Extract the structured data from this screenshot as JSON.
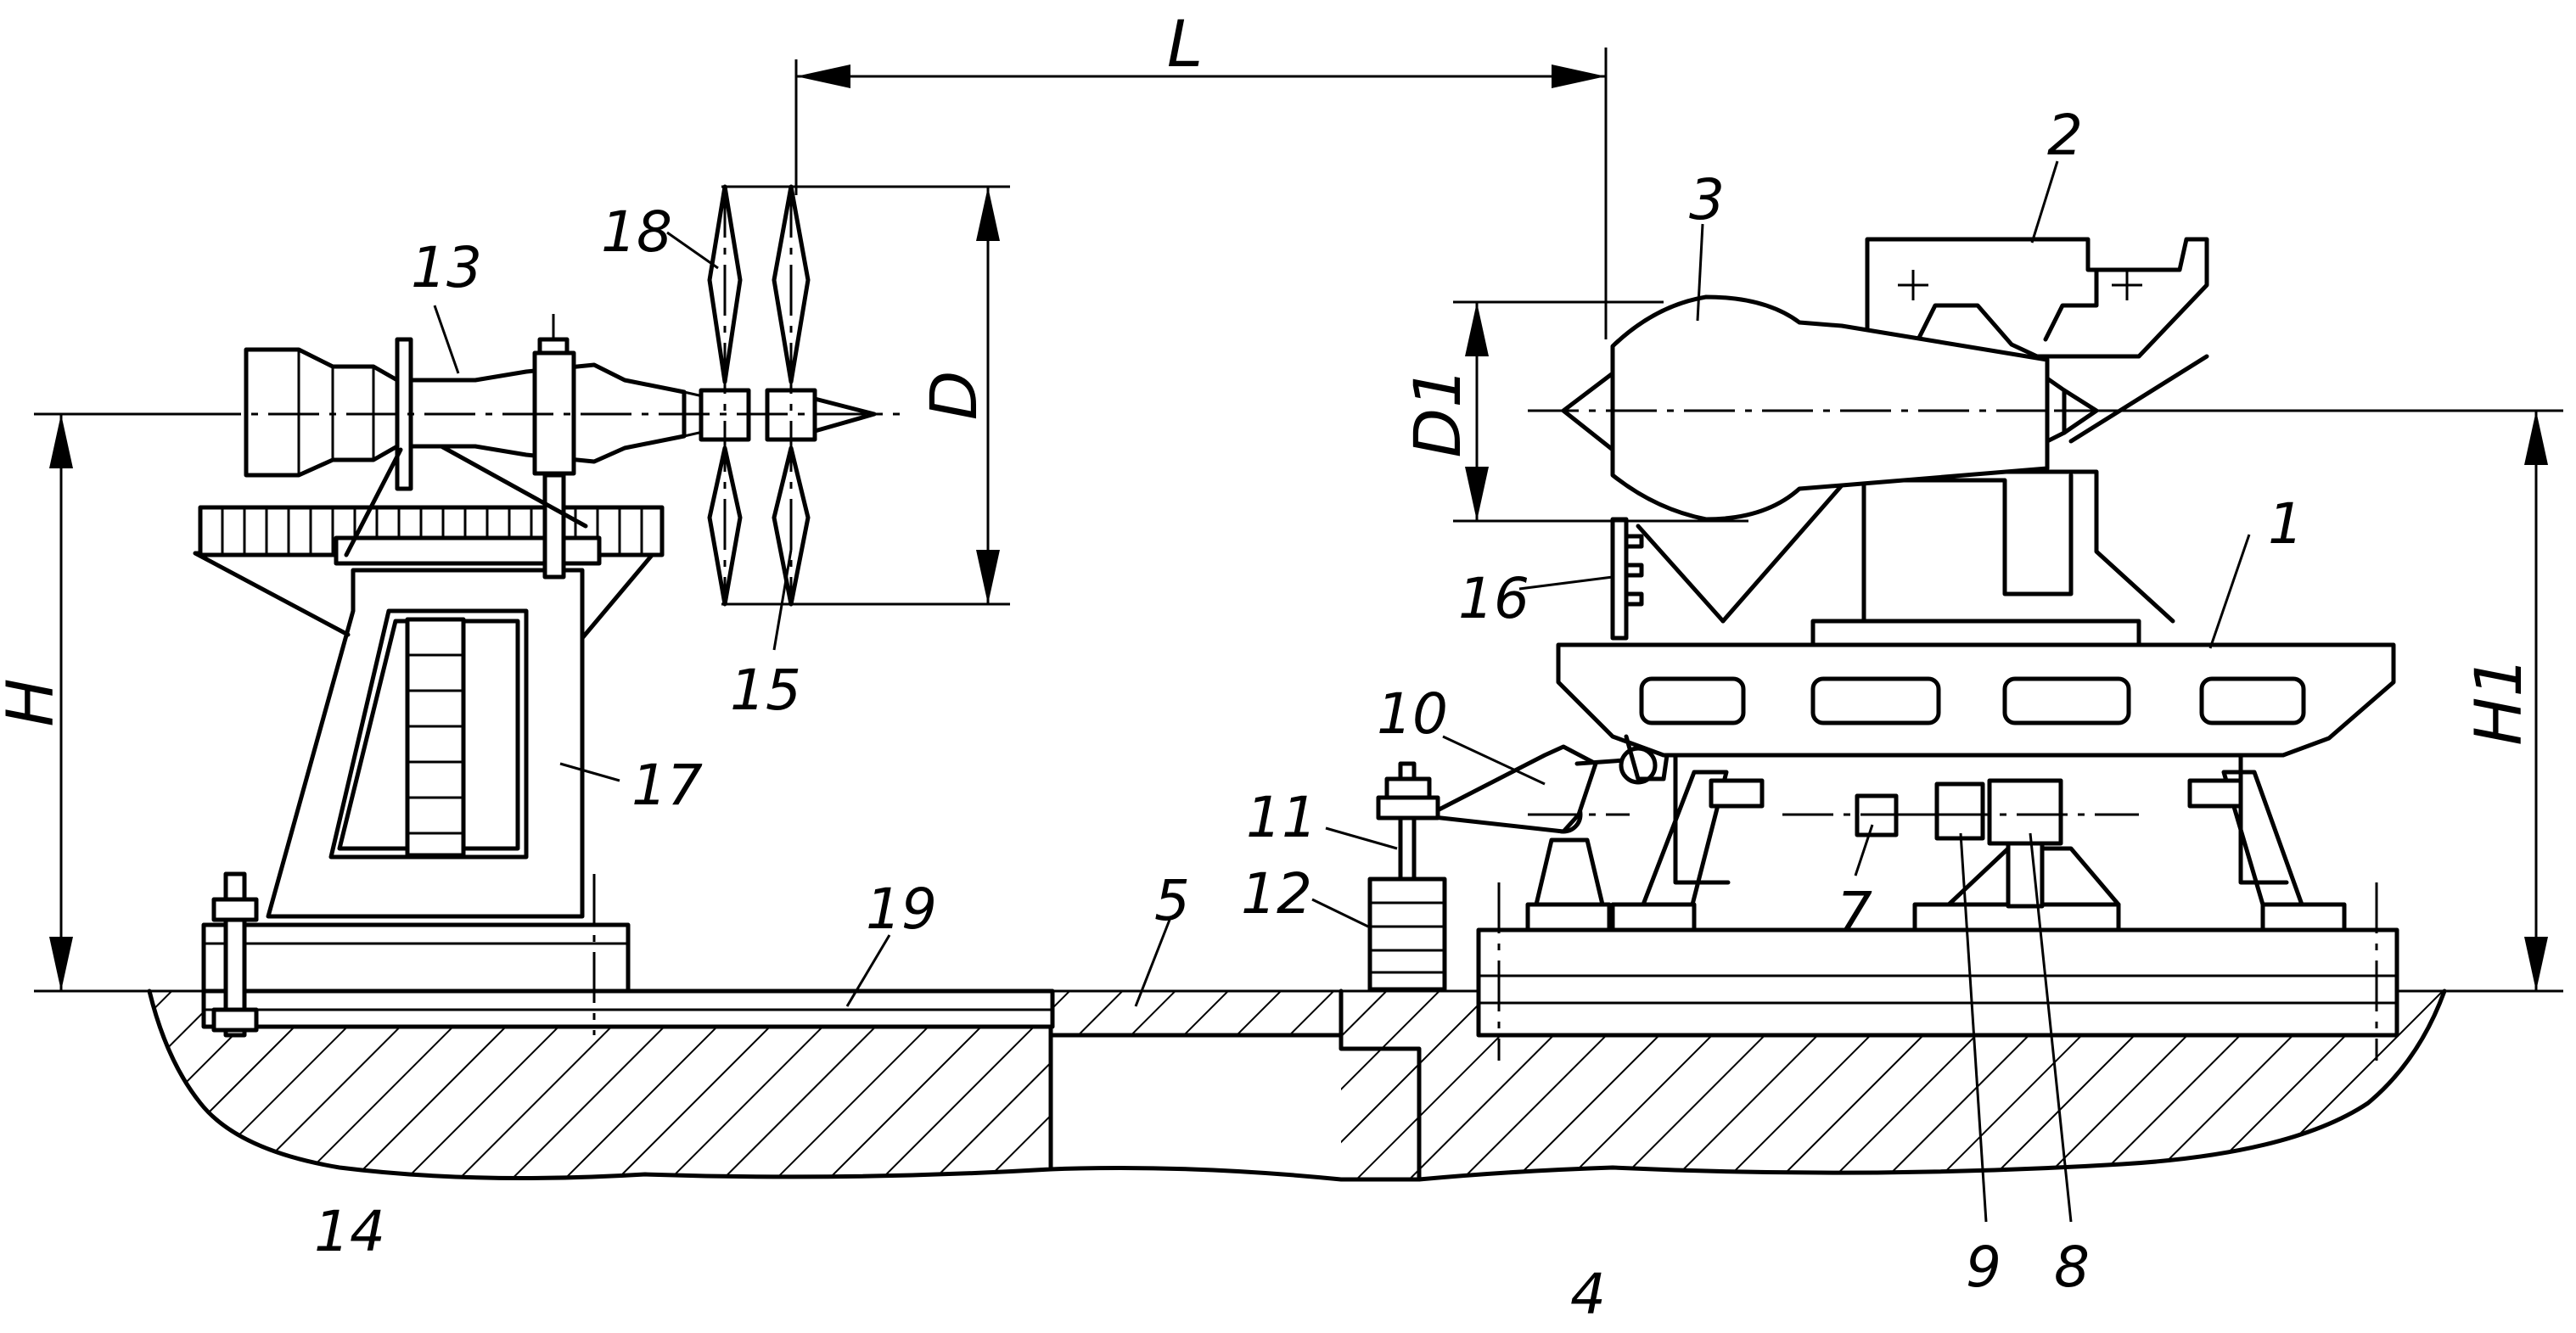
{
  "dimensions": {
    "L": "L",
    "D": "D",
    "D1": "D1",
    "H": "H",
    "H1": "H1"
  },
  "labels": {
    "n1": "1",
    "n2": "2",
    "n3": "3",
    "n4": "4",
    "n5": "5",
    "n7": "7",
    "n8": "8",
    "n9": "9",
    "n10": "10",
    "n11": "11",
    "n12": "12",
    "n13": "13",
    "n14": "14",
    "n15": "15",
    "n16": "16",
    "n17": "17",
    "n18": "18",
    "n19": "19"
  }
}
